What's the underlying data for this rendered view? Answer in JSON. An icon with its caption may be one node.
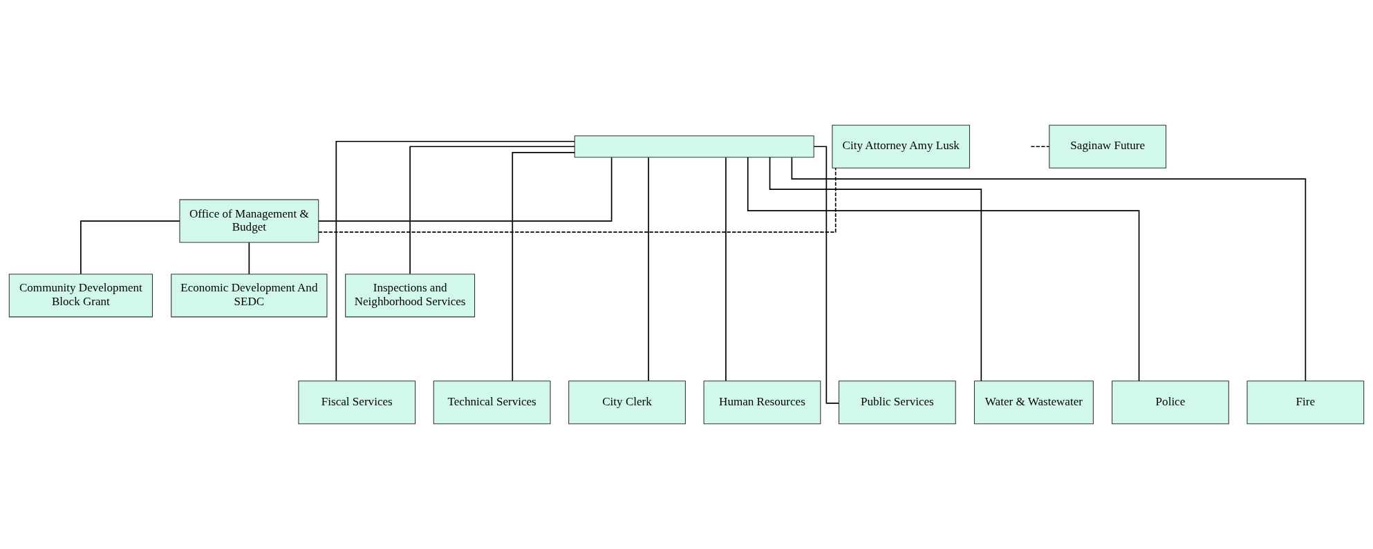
{
  "diagram": {
    "nodes": [
      {
        "text": [],
        "shape": "box"
      },
      {
        "text": [
          "Office of Management & Budget"
        ]
      },
      {
        "text": [
          "City Attorney Amy Lusk"
        ]
      },
      {
        "text": [
          "Community Development Block Grant"
        ]
      },
      {
        "text": [
          "Economic Development And SEDC"
        ]
      },
      {
        "text": [
          "Inspections and Neighborhood Services"
        ]
      },
      {
        "text": [
          "Saginaw Future"
        ]
      },
      {
        "text": [
          "Fiscal Services"
        ]
      },
      {
        "text": [
          "Technical Services"
        ]
      },
      {
        "text": [
          "City Clerk"
        ]
      },
      {
        "text": [
          "Human Resources"
        ]
      },
      {
        "text": [
          "Public Services"
        ]
      },
      {
        "text": [
          "Water & Wastewater"
        ]
      },
      {
        "text": [
          "Police"
        ]
      },
      {
        "text": [
          "Fire"
        ]
      }
    ],
    "edges": [
      {
        "from": 0,
        "to": 1,
        "arrow": "none"
      },
      {
        "from": 1,
        "to": 2,
        "arrow": "none",
        "style": "dashed"
      },
      {
        "from": 1,
        "to": 3,
        "arrow": "none"
      },
      {
        "from": 1,
        "to": 4,
        "arrow": "none"
      },
      {
        "from": 0,
        "to": 5,
        "arrow": "none"
      },
      {
        "from": null,
        "to": 6,
        "arrow": "none",
        "style": "dashed"
      },
      {
        "from": 0,
        "to": 7,
        "arrow": "none"
      },
      {
        "from": 0,
        "to": 8,
        "arrow": "none"
      },
      {
        "from": 0,
        "to": 9,
        "arrow": "none"
      },
      {
        "from": 0,
        "to": 10,
        "arrow": "none"
      },
      {
        "from": 0,
        "to": 11,
        "arrow": "none"
      },
      {
        "from": 0,
        "to": 12,
        "arrow": "none"
      },
      {
        "from": 0,
        "to": 13,
        "arrow": "none"
      },
      {
        "from": 0,
        "to": 14,
        "arrow": "none"
      }
    ]
  }
}
